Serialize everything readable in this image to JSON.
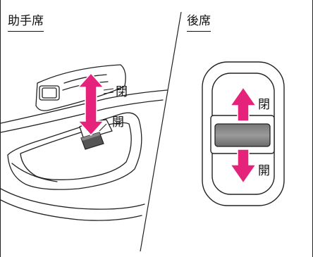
{
  "headings": {
    "passenger": "助手席",
    "rear": "後席"
  },
  "labels": {
    "close": "閉",
    "open": "開"
  },
  "colors": {
    "arrow": "#e6237a",
    "line": "#222222",
    "switch_dark": "#555555"
  }
}
